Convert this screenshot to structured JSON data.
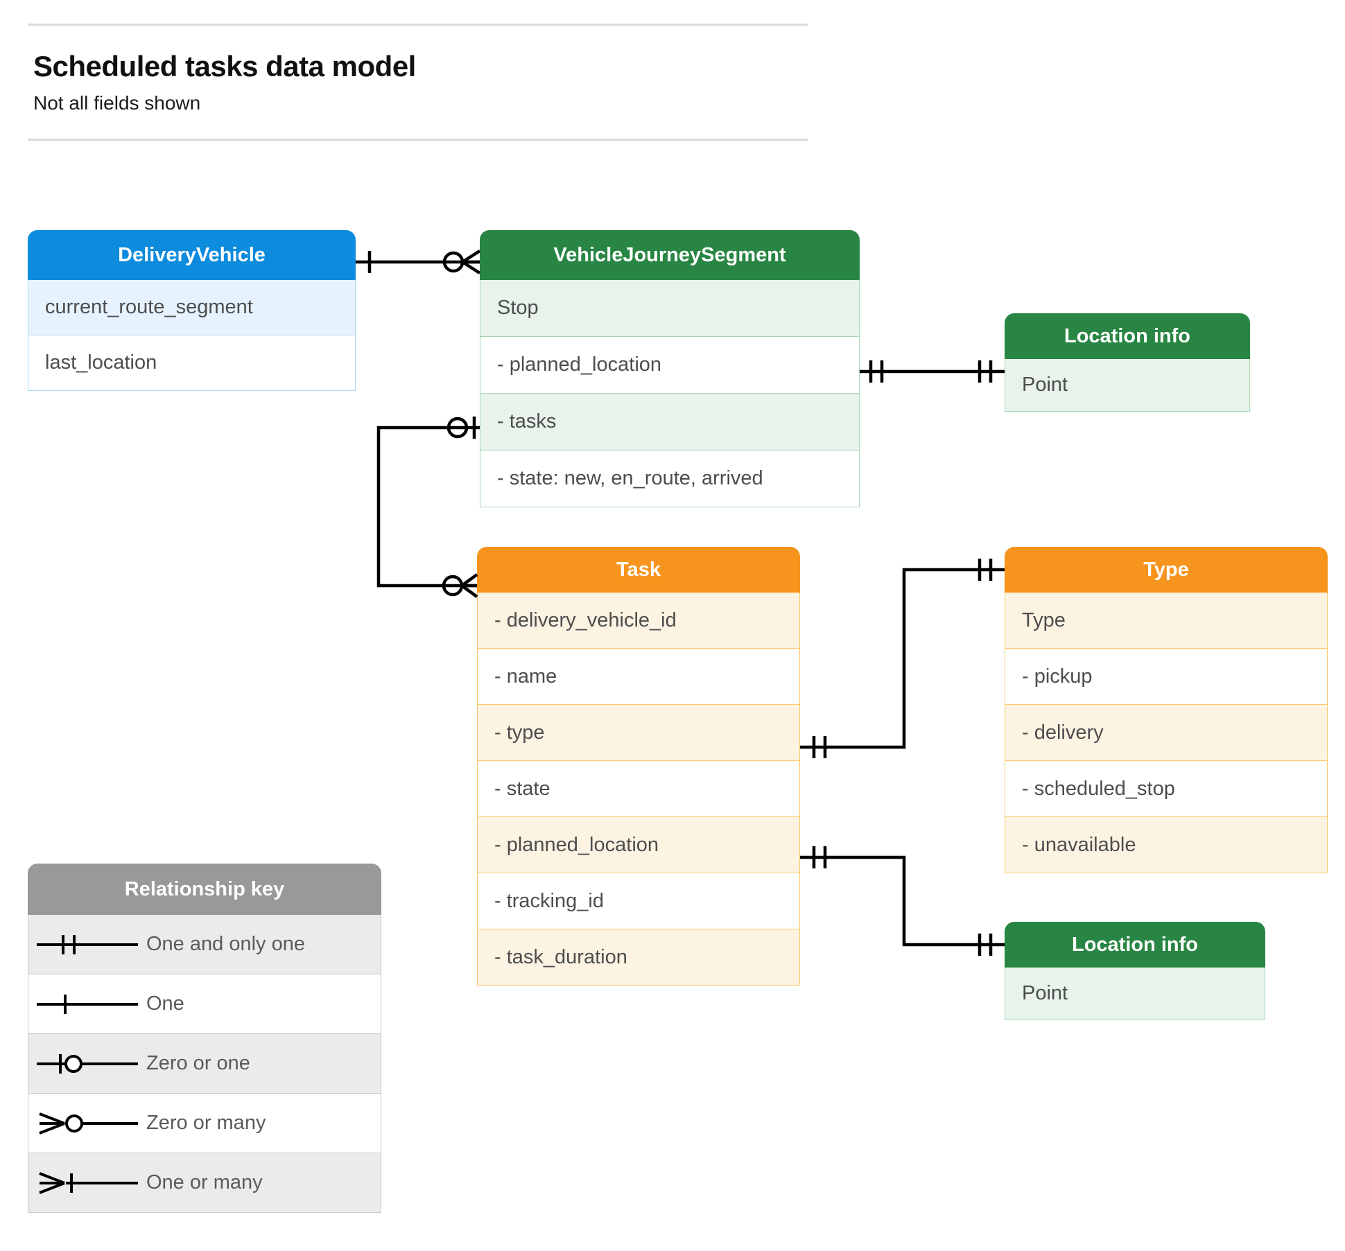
{
  "header": {
    "title": "Scheduled tasks data model",
    "subtitle": "Not all fields shown"
  },
  "entities": {
    "delivery_vehicle": {
      "title": "DeliveryVehicle",
      "color": "#0d8bdd",
      "rows": [
        "current_route_segment",
        "last_location"
      ]
    },
    "vehicle_journey_segment": {
      "title": "VehicleJourneySegment",
      "color": "#288543",
      "rows": [
        "Stop",
        "-  planned_location",
        "- tasks",
        "- state: new, en_route, arrived"
      ]
    },
    "location_info_top": {
      "title": "Location info",
      "color": "#288543",
      "rows": [
        "Point"
      ]
    },
    "location_info_bottom": {
      "title": "Location info",
      "color": "#288543",
      "rows": [
        "Point"
      ]
    },
    "task": {
      "title": "Task",
      "color": "#f7941e",
      "rows": [
        "- delivery_vehicle_id",
        "- name",
        "- type",
        "- state",
        "- planned_location",
        "- tracking_id",
        "- task_duration"
      ]
    },
    "type": {
      "title": "Type",
      "color": "#f7941e",
      "rows": [
        "Type",
        "-   pickup",
        "-   delivery",
        "-   scheduled_stop",
        "-   unavailable"
      ]
    }
  },
  "legend": {
    "title": "Relationship key",
    "header_color": "#999999",
    "items": [
      {
        "symbol": "one-and-only-one-icon",
        "label": "One and only one"
      },
      {
        "symbol": "one-icon",
        "label": "One"
      },
      {
        "symbol": "zero-or-one-icon",
        "label": "Zero or one"
      },
      {
        "symbol": "zero-or-many-icon",
        "label": "Zero or many"
      },
      {
        "symbol": "one-or-many-icon",
        "label": "One or many"
      }
    ]
  },
  "relationships": [
    {
      "from": "DeliveryVehicle",
      "to": "VehicleJourneySegment",
      "from_cardinality": "One",
      "to_cardinality": "Zero or many"
    },
    {
      "from": "VehicleJourneySegment.planned_location",
      "to": "Location info",
      "from_cardinality": "One and only one",
      "to_cardinality": "One and only one"
    },
    {
      "from": "VehicleJourneySegment.tasks",
      "to": "Task",
      "from_cardinality": "Zero or one",
      "to_cardinality": "Zero or many"
    },
    {
      "from": "Task.type",
      "to": "Type",
      "from_cardinality": "One and only one",
      "to_cardinality": "One and only one"
    },
    {
      "from": "Task.planned_location",
      "to": "Location info",
      "from_cardinality": "One and only one",
      "to_cardinality": "One and only one"
    }
  ]
}
